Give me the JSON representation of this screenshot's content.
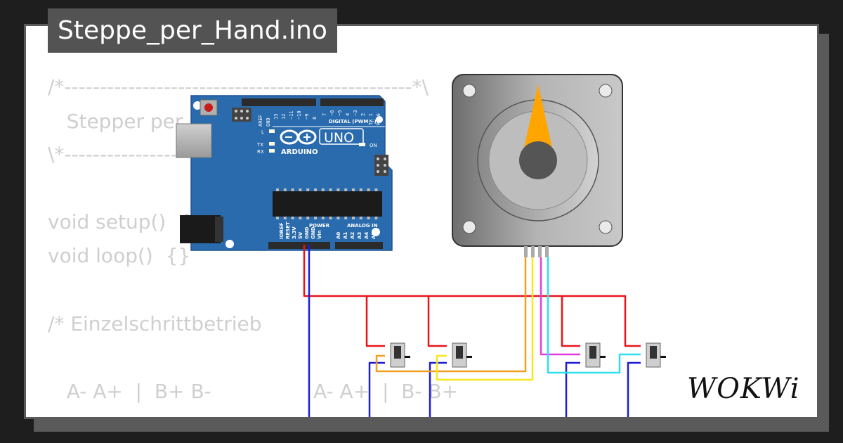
{
  "title": "Steppe_per_Hand.ino",
  "code_lines": [
    "/*-------------------------------------------------*\\",
    "   Stepper per",
    "\\*------------------------",
    "void setup()  {",
    "void loop()  {}",
    "/* Einzelschrittbetrieb",
    "   A- A+  |  B+ B-",
    "A- A+  |  B- B+"
  ],
  "arduino": {
    "logo_text": "UNO",
    "brand": "ARDUINO",
    "digital_label": "DIGITAL (PWM ~)",
    "analog_label": "ANALOG IN",
    "power_label": "POWER",
    "on_label": "ON",
    "l_label": "L",
    "tx_label": "TX",
    "rx_label": "RX",
    "digital_pins": [
      "AREF",
      "GND",
      "13",
      "12",
      "~11",
      "~10",
      "~9",
      "8",
      "7",
      "~6",
      "~5",
      "4",
      "~3",
      "2",
      "TX 1",
      "RX 0"
    ],
    "power_pins": [
      "IOREF",
      "RESET",
      "3.3V",
      "5V",
      "GND",
      "GND",
      "Vin"
    ],
    "analog_pins": [
      "A0",
      "A1",
      "A2",
      "A3",
      "A4",
      "A5"
    ]
  },
  "brand": "WOKWi",
  "colors": {
    "board": "#2a6bad",
    "wire_red": "#e8141c",
    "wire_blue": "#1d1dd6",
    "wire_yellow": "#f7e81a",
    "wire_orange": "#f0a020",
    "wire_magenta": "#e43ce4",
    "wire_cyan": "#2ee0ee",
    "motor_pointer": "#ffa500"
  }
}
